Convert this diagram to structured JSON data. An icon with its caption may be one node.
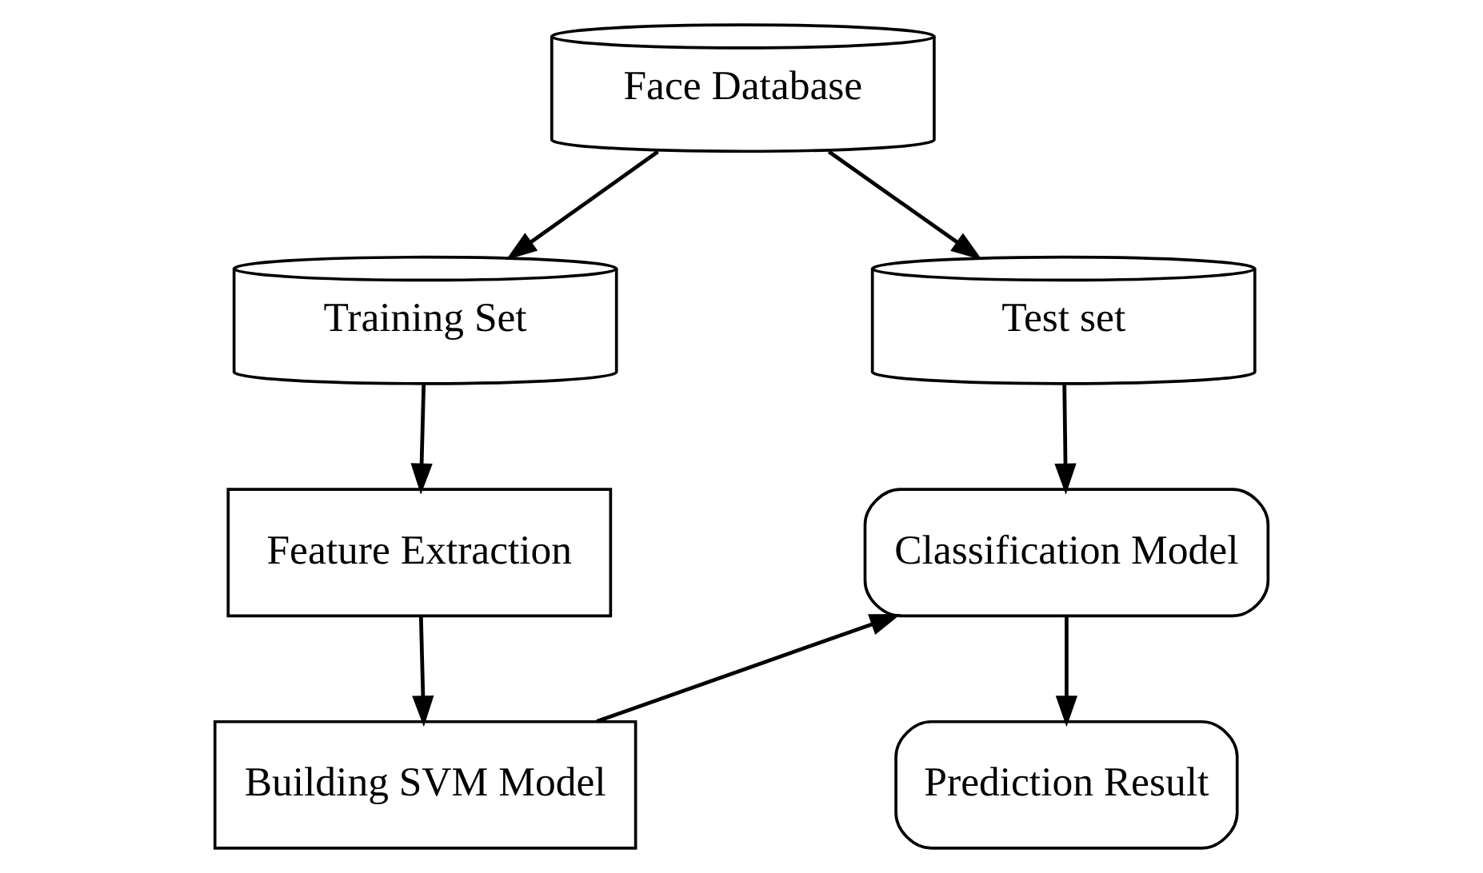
{
  "diagram": {
    "nodes": [
      {
        "text": [
          "Face Database"
        ]
      },
      {
        "text": [
          "Training Set"
        ]
      },
      {
        "text": [
          "Test set"
        ]
      },
      {
        "text": [
          "Feature Extraction"
        ]
      },
      {
        "text": [
          "Building SVM Model"
        ]
      },
      {
        "text": [
          "Classification Model"
        ]
      },
      {
        "text": [
          "Prediction Result"
        ]
      }
    ],
    "edges": [
      {
        "from": 0,
        "to": 1,
        "arrow": "to"
      },
      {
        "from": 0,
        "to": 2,
        "arrow": "to"
      },
      {
        "from": 1,
        "to": 3,
        "arrow": "to"
      },
      {
        "from": 3,
        "to": 4,
        "arrow": "to"
      },
      {
        "from": 2,
        "to": 5,
        "arrow": "to"
      },
      {
        "from": 4,
        "to": 5,
        "arrow": "to"
      },
      {
        "from": 5,
        "to": 6,
        "arrow": "to"
      }
    ]
  }
}
